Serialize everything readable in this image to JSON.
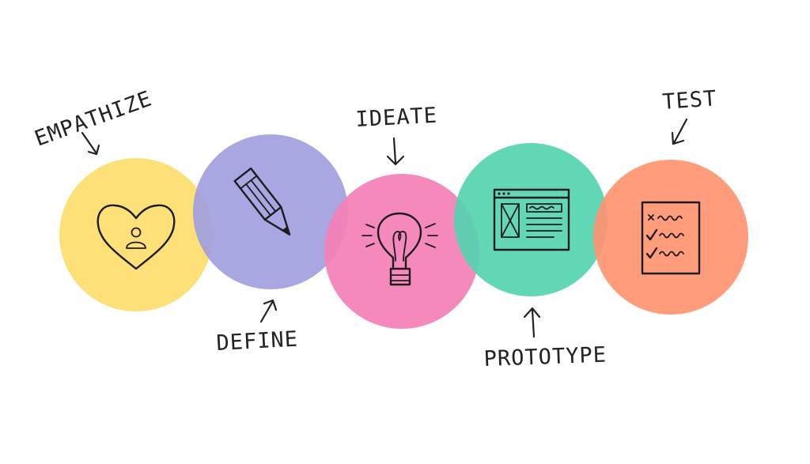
{
  "stages": [
    {
      "label": "EMPATHIZE",
      "icon": "heart-person-icon",
      "color": "#FEDD6D"
    },
    {
      "label": "DEFINE",
      "icon": "pencil-icon",
      "color": "#A29FE0"
    },
    {
      "label": "IDEATE",
      "icon": "lightbulb-icon",
      "color": "#F57FB6"
    },
    {
      "label": "PROTOTYPE",
      "icon": "browser-wireframe-icon",
      "color": "#55D4B0"
    },
    {
      "label": "TEST",
      "icon": "checklist-icon",
      "color": "#FF9470"
    }
  ]
}
